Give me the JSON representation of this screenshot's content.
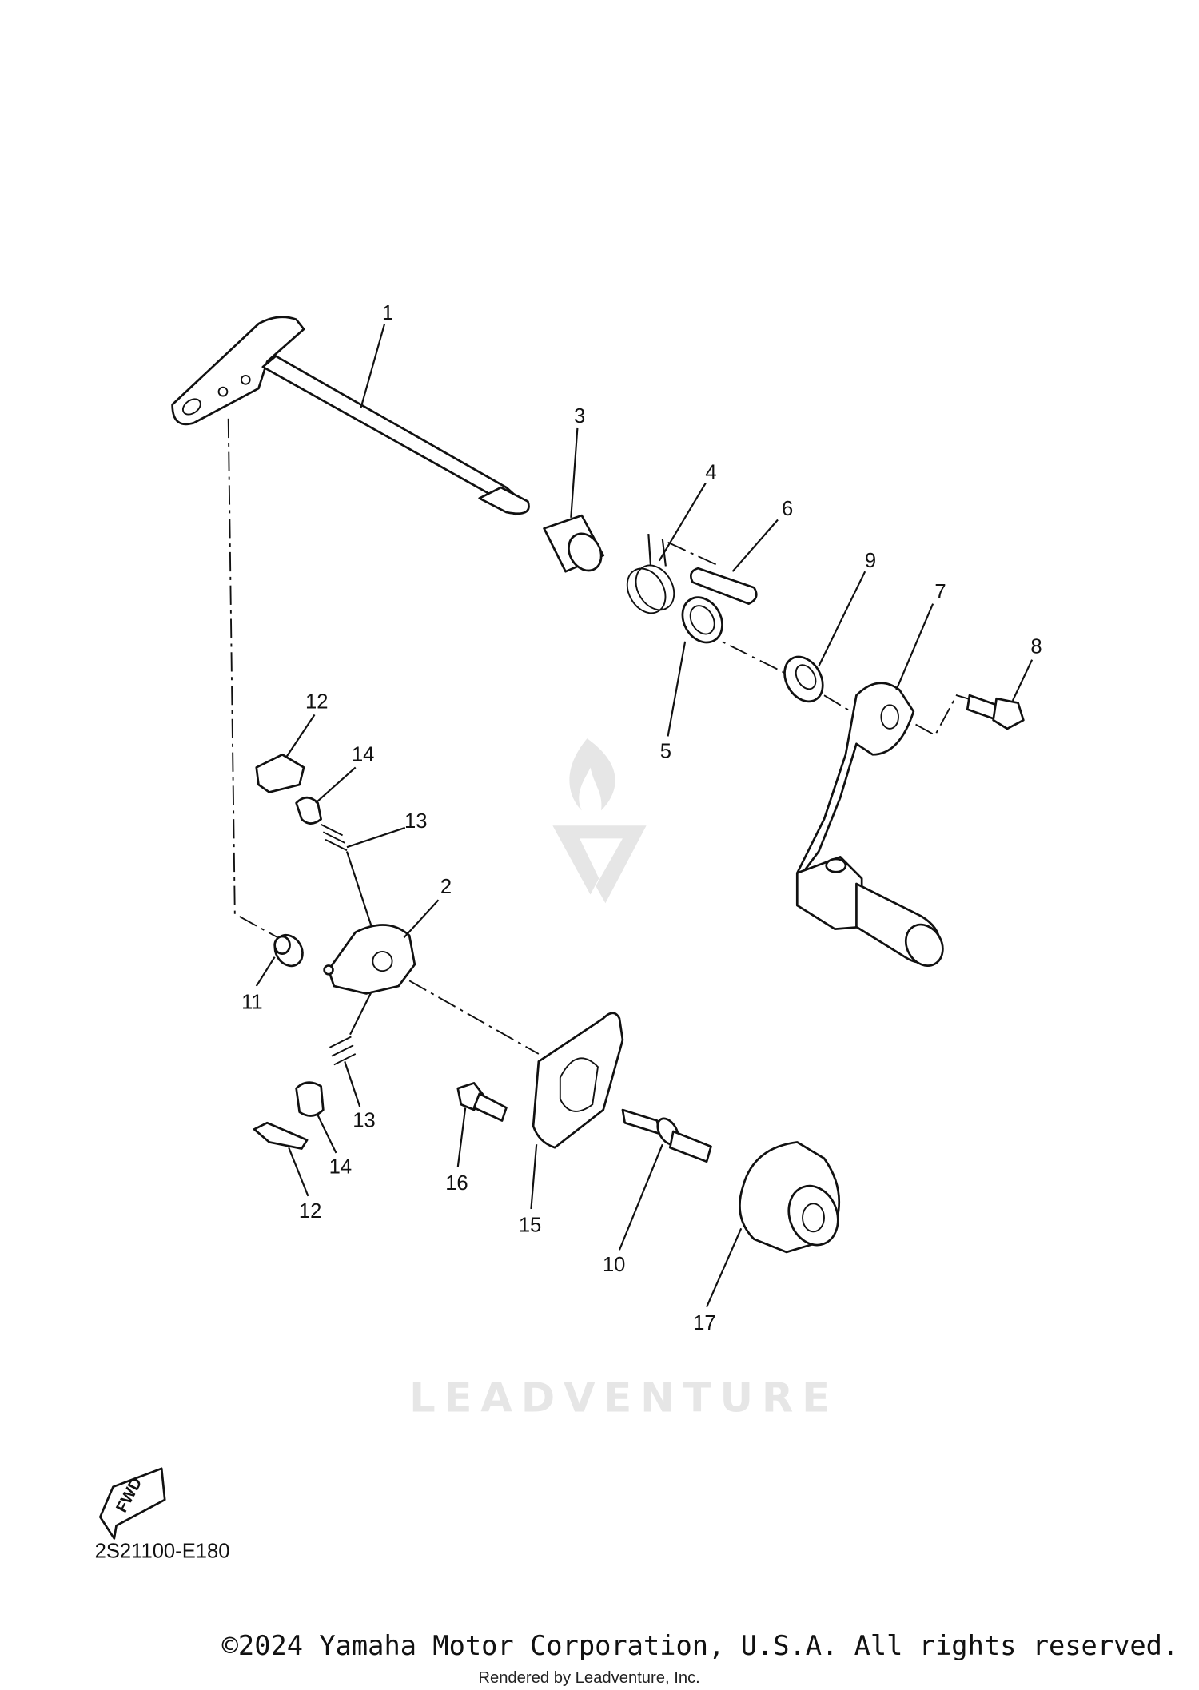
{
  "diagram": {
    "part_code": "2S21100-E180",
    "fwd_label": "FWD",
    "copyright": "©2024 Yamaha Motor Corporation, U.S.A. All rights reserved.",
    "rendered_by": "Rendered by Leadventure, Inc.",
    "watermark": "LEADVENTURE",
    "callouts": [
      "1",
      "2",
      "3",
      "4",
      "5",
      "6",
      "7",
      "8",
      "9",
      "10",
      "11",
      "12",
      "13",
      "14",
      "15",
      "16",
      "17",
      "12",
      "13",
      "14"
    ]
  }
}
